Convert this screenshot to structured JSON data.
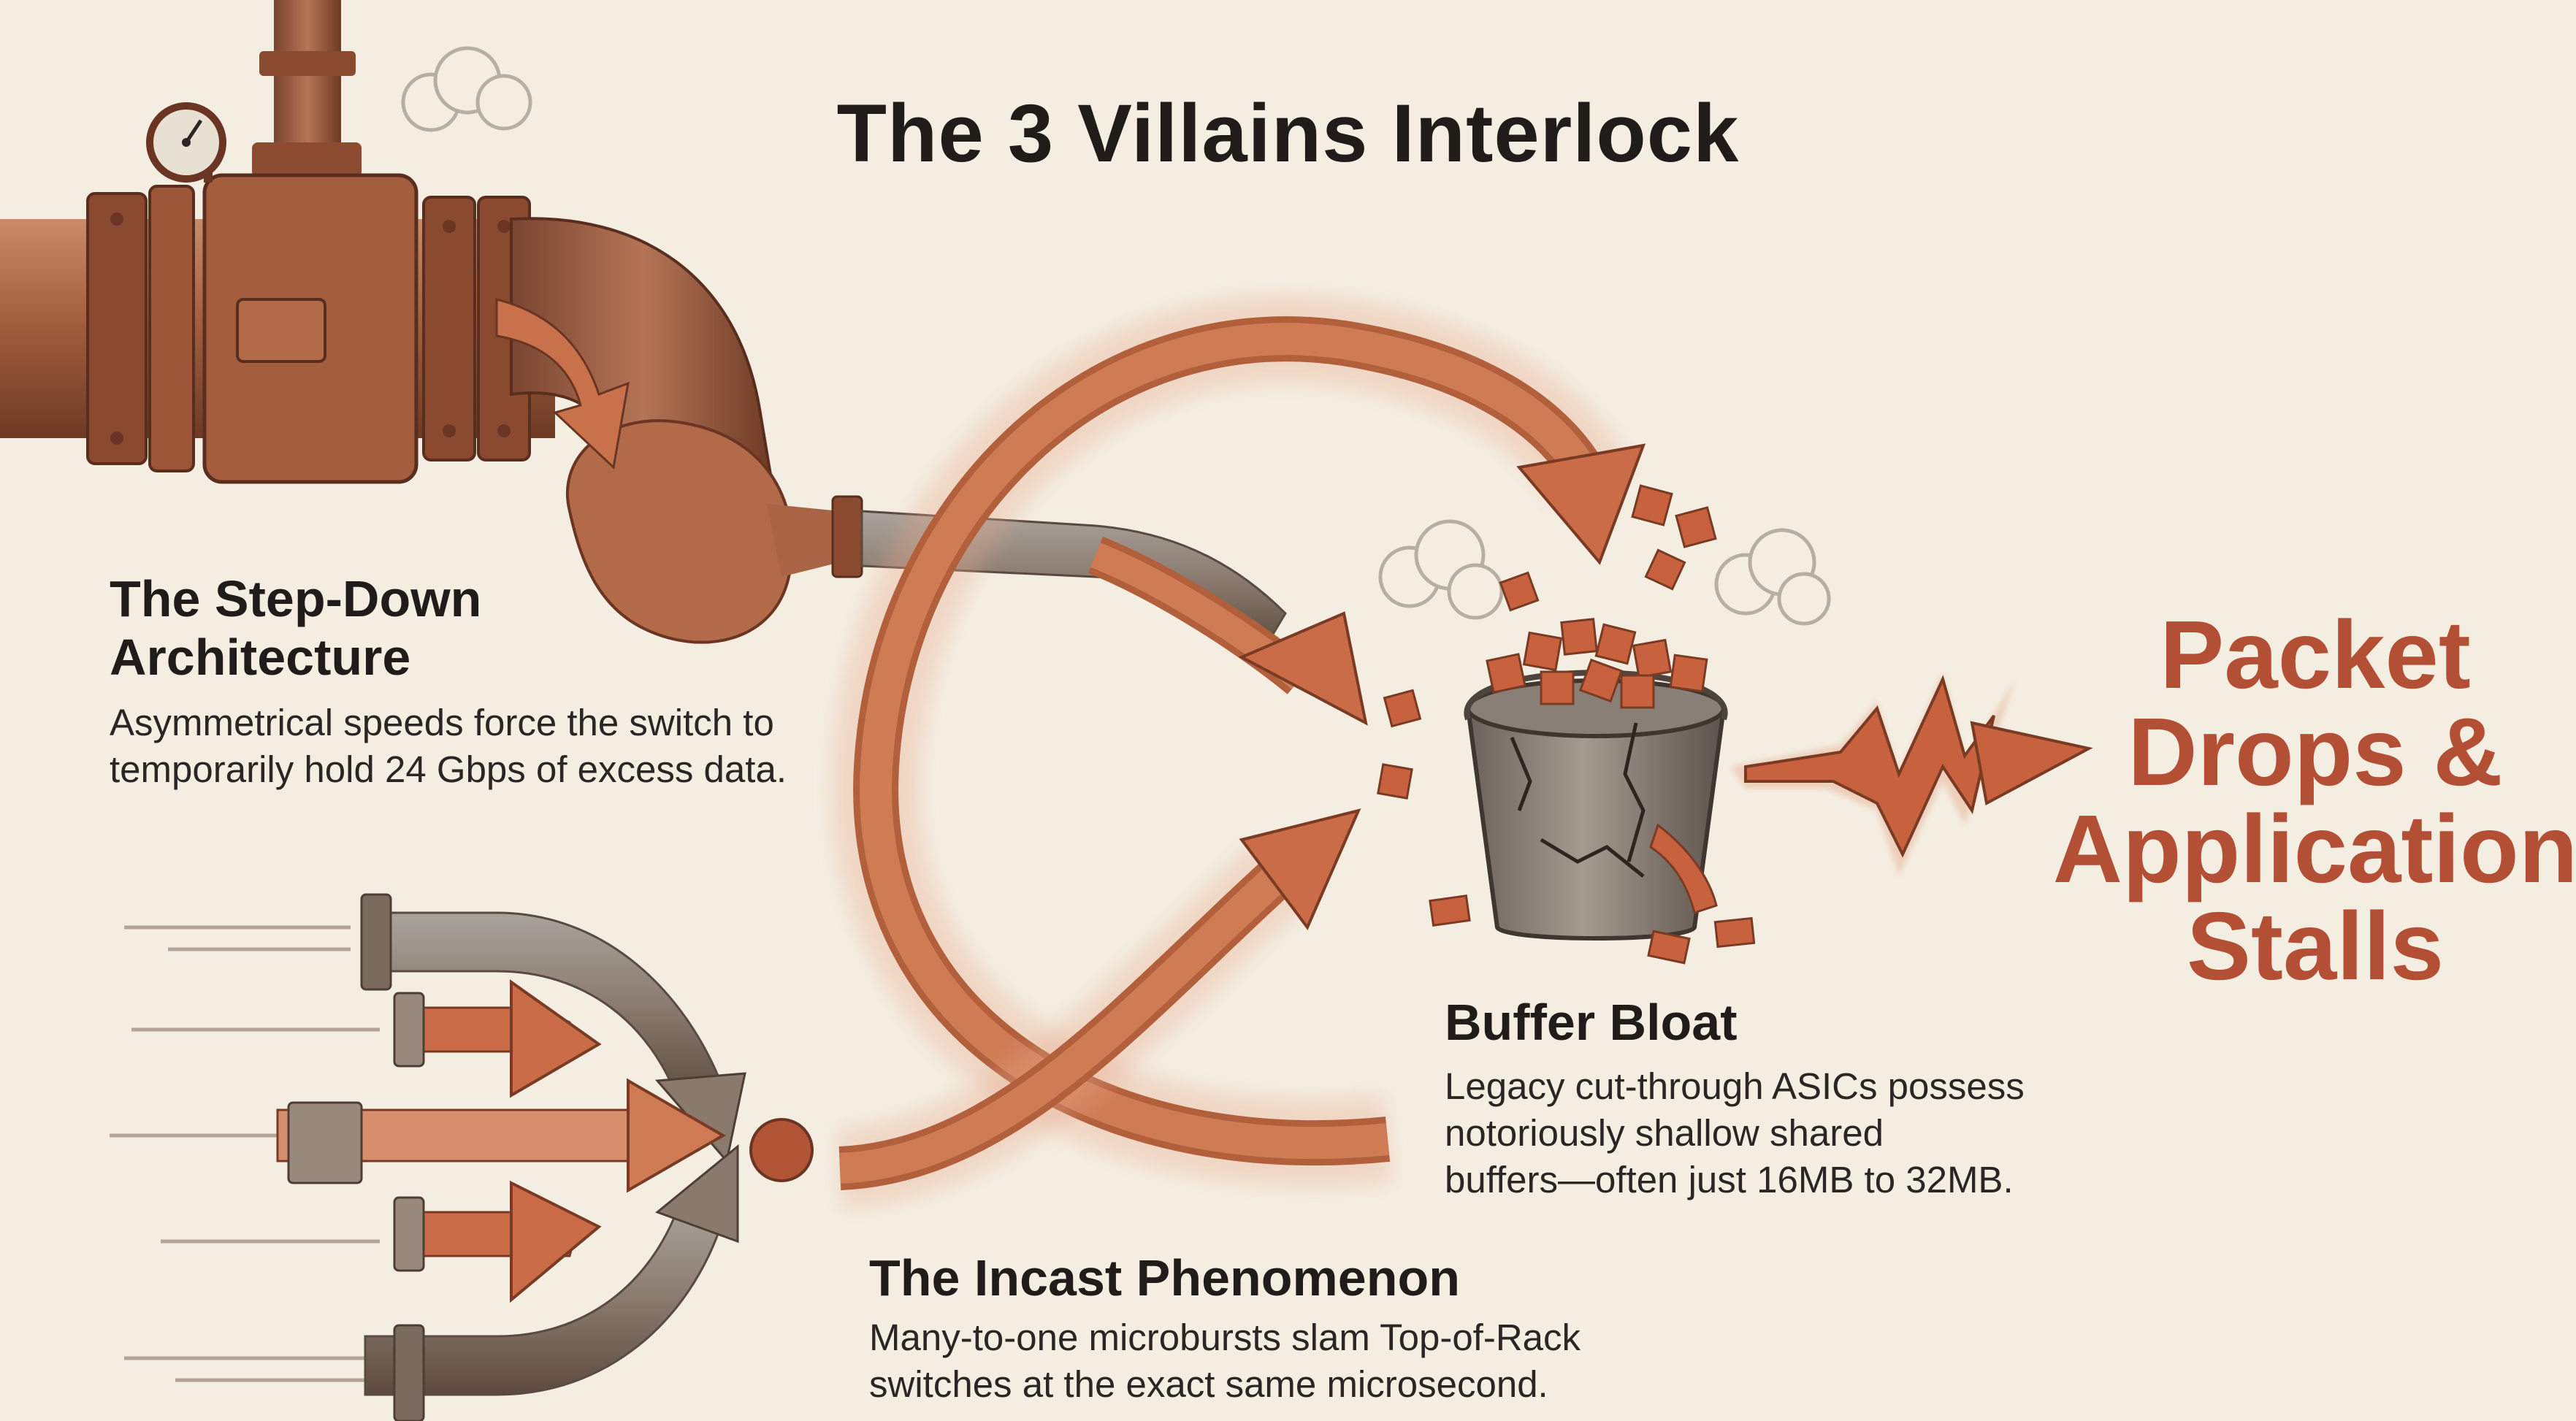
{
  "title": "The 3 Villains Interlock",
  "step_down": {
    "heading_line1": "The Step-Down",
    "heading_line2": "Architecture",
    "body_line1": "Asymmetrical speeds force the switch to",
    "body_line2": "temporarily hold 24 Gbps of excess data."
  },
  "buffer_bloat": {
    "heading": "Buffer Bloat",
    "body_line1": "Legacy cut-through ASICs possess",
    "body_line2": "notoriously shallow shared",
    "body_line3": "buffers—often just 16MB to 32MB."
  },
  "incast": {
    "heading": "The Incast Phenomenon",
    "body_line1": "Many-to-one microbursts slam Top-of-Rack",
    "body_line2": "switches at the exact same microsecond."
  },
  "outcome": {
    "line1": "Packet",
    "line2": "Drops &",
    "line3": "Application",
    "line4": "Stalls"
  },
  "colors": {
    "background": "#f4eee2",
    "rust": "#a4522f",
    "arrow_fill": "#c8714c",
    "outcome_text": "#b24f35",
    "steel": "#8a8580"
  },
  "icons": [
    "pressure-gauge-icon",
    "steam-puff-icon",
    "bucket-icon",
    "lightning-bolt-icon"
  ]
}
